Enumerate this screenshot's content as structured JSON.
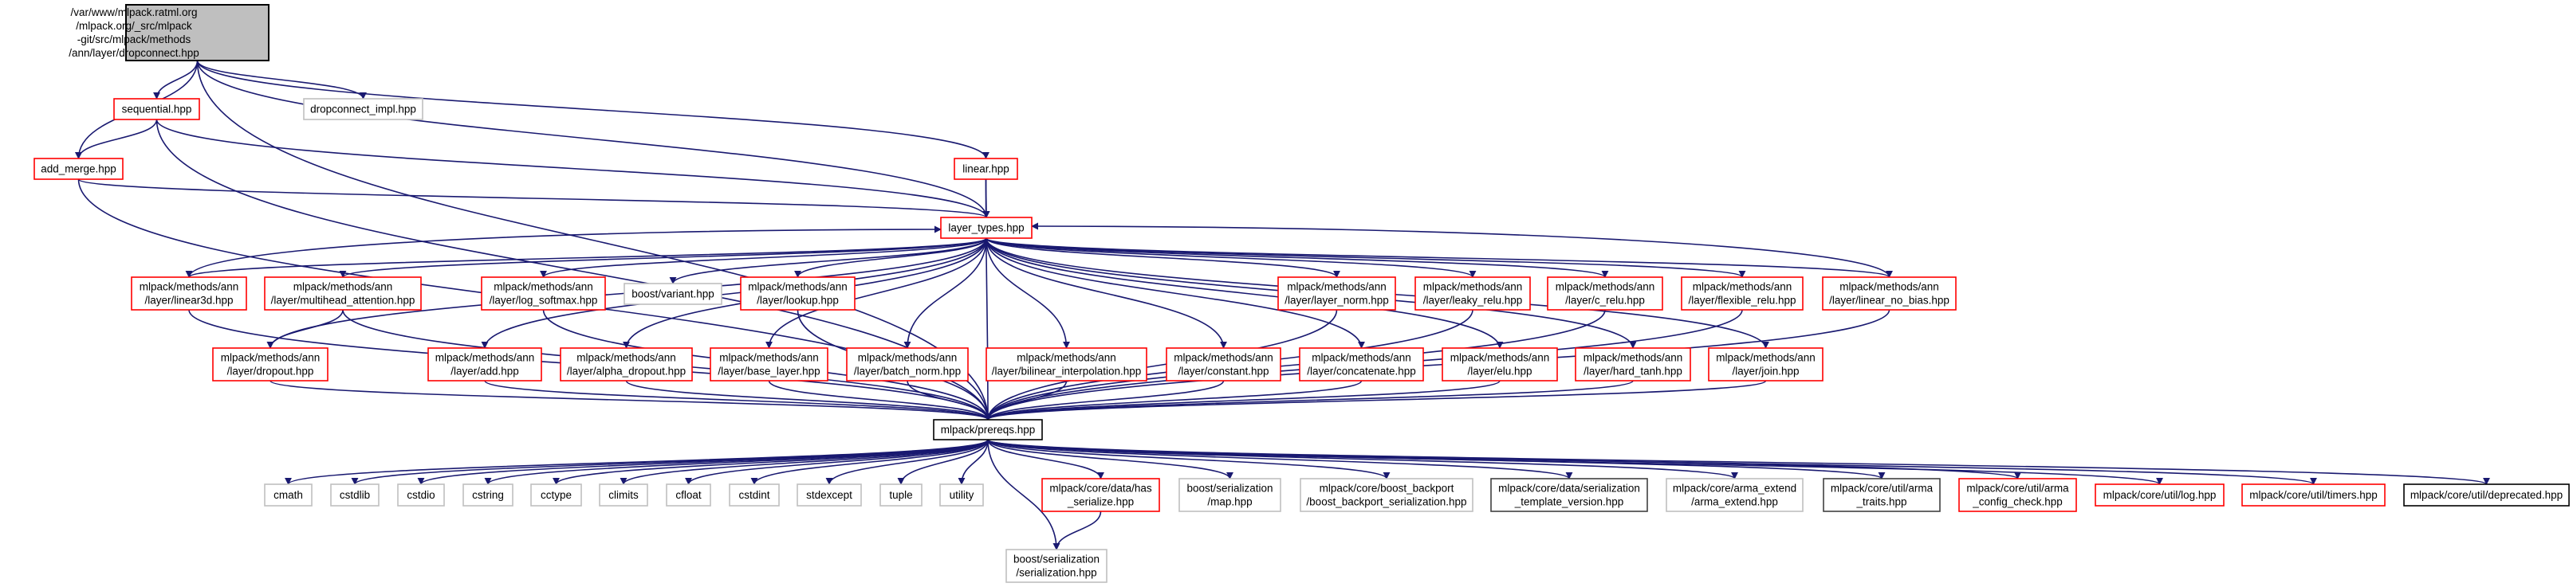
{
  "graph": {
    "edge_color": "#191970",
    "styles": {
      "root": {
        "fill": "#bfbfbf",
        "stroke": "#000000"
      },
      "red": {
        "fill": "#ffffff",
        "stroke": "#ff0000"
      },
      "gray": {
        "fill": "#ffffff",
        "stroke": "#bfbfbf"
      },
      "black": {
        "fill": "#ffffff",
        "stroke": "#000000"
      },
      "dark": {
        "fill": "#ffffff",
        "stroke": "#404040"
      }
    },
    "nodes": [
      {
        "id": "root",
        "style": "root",
        "lines": [
          "/var/www/mlpack.ratml.org",
          "/mlpack.org/_src/mlpack",
          "-git/src/mlpack/methods",
          "/ann/layer/dropconnect.hpp"
        ]
      },
      {
        "id": "sequential",
        "style": "red",
        "lines": [
          "sequential.hpp"
        ]
      },
      {
        "id": "dropconnect_impl",
        "style": "gray",
        "lines": [
          "dropconnect_impl.hpp"
        ]
      },
      {
        "id": "add_merge",
        "style": "red",
        "lines": [
          "add_merge.hpp"
        ]
      },
      {
        "id": "linear",
        "style": "red",
        "lines": [
          "linear.hpp"
        ]
      },
      {
        "id": "layer_types",
        "style": "red",
        "lines": [
          "layer_types.hpp"
        ]
      },
      {
        "id": "linear3d",
        "style": "red",
        "lines": [
          "mlpack/methods/ann",
          "/layer/linear3d.hpp"
        ]
      },
      {
        "id": "multihead",
        "style": "red",
        "lines": [
          "mlpack/methods/ann",
          "/layer/multihead_attention.hpp"
        ]
      },
      {
        "id": "log_softmax",
        "style": "red",
        "lines": [
          "mlpack/methods/ann",
          "/layer/log_softmax.hpp"
        ]
      },
      {
        "id": "variant",
        "style": "gray",
        "lines": [
          "boost/variant.hpp"
        ]
      },
      {
        "id": "lookup",
        "style": "red",
        "lines": [
          "mlpack/methods/ann",
          "/layer/lookup.hpp"
        ]
      },
      {
        "id": "layer_norm",
        "style": "red",
        "lines": [
          "mlpack/methods/ann",
          "/layer/layer_norm.hpp"
        ]
      },
      {
        "id": "leaky_relu",
        "style": "red",
        "lines": [
          "mlpack/methods/ann",
          "/layer/leaky_relu.hpp"
        ]
      },
      {
        "id": "c_relu",
        "style": "red",
        "lines": [
          "mlpack/methods/ann",
          "/layer/c_relu.hpp"
        ]
      },
      {
        "id": "flexible_relu",
        "style": "red",
        "lines": [
          "mlpack/methods/ann",
          "/layer/flexible_relu.hpp"
        ]
      },
      {
        "id": "linear_no_bias",
        "style": "red",
        "lines": [
          "mlpack/methods/ann",
          "/layer/linear_no_bias.hpp"
        ]
      },
      {
        "id": "dropout",
        "style": "red",
        "lines": [
          "mlpack/methods/ann",
          "/layer/dropout.hpp"
        ]
      },
      {
        "id": "add",
        "style": "red",
        "lines": [
          "mlpack/methods/ann",
          "/layer/add.hpp"
        ]
      },
      {
        "id": "alpha_dropout",
        "style": "red",
        "lines": [
          "mlpack/methods/ann",
          "/layer/alpha_dropout.hpp"
        ]
      },
      {
        "id": "base_layer",
        "style": "red",
        "lines": [
          "mlpack/methods/ann",
          "/layer/base_layer.hpp"
        ]
      },
      {
        "id": "batch_norm",
        "style": "red",
        "lines": [
          "mlpack/methods/ann",
          "/layer/batch_norm.hpp"
        ]
      },
      {
        "id": "bilinear",
        "style": "red",
        "lines": [
          "mlpack/methods/ann",
          "/layer/bilinear_interpolation.hpp"
        ]
      },
      {
        "id": "constant",
        "style": "red",
        "lines": [
          "mlpack/methods/ann",
          "/layer/constant.hpp"
        ]
      },
      {
        "id": "concatenate",
        "style": "red",
        "lines": [
          "mlpack/methods/ann",
          "/layer/concatenate.hpp"
        ]
      },
      {
        "id": "elu",
        "style": "red",
        "lines": [
          "mlpack/methods/ann",
          "/layer/elu.hpp"
        ]
      },
      {
        "id": "hard_tanh",
        "style": "red",
        "lines": [
          "mlpack/methods/ann",
          "/layer/hard_tanh.hpp"
        ]
      },
      {
        "id": "join",
        "style": "red",
        "lines": [
          "mlpack/methods/ann",
          "/layer/join.hpp"
        ]
      },
      {
        "id": "prereqs",
        "style": "black",
        "lines": [
          "mlpack/prereqs.hpp"
        ]
      },
      {
        "id": "cmath",
        "style": "gray",
        "lines": [
          "cmath"
        ]
      },
      {
        "id": "cstdlib",
        "style": "gray",
        "lines": [
          "cstdlib"
        ]
      },
      {
        "id": "cstdio",
        "style": "gray",
        "lines": [
          "cstdio"
        ]
      },
      {
        "id": "cstring",
        "style": "gray",
        "lines": [
          "cstring"
        ]
      },
      {
        "id": "cctype",
        "style": "gray",
        "lines": [
          "cctype"
        ]
      },
      {
        "id": "climits",
        "style": "gray",
        "lines": [
          "climits"
        ]
      },
      {
        "id": "cfloat",
        "style": "gray",
        "lines": [
          "cfloat"
        ]
      },
      {
        "id": "cstdint",
        "style": "gray",
        "lines": [
          "cstdint"
        ]
      },
      {
        "id": "stdexcept",
        "style": "gray",
        "lines": [
          "stdexcept"
        ]
      },
      {
        "id": "tuple",
        "style": "gray",
        "lines": [
          "tuple"
        ]
      },
      {
        "id": "utility",
        "style": "gray",
        "lines": [
          "utility"
        ]
      },
      {
        "id": "has_serialize",
        "style": "red",
        "lines": [
          "mlpack/core/data/has",
          "_serialize.hpp"
        ]
      },
      {
        "id": "ser_map",
        "style": "gray",
        "lines": [
          "boost/serialization",
          "/map.hpp"
        ]
      },
      {
        "id": "boost_backport",
        "style": "gray",
        "lines": [
          "mlpack/core/boost_backport",
          "/boost_backport_serialization.hpp"
        ]
      },
      {
        "id": "ser_tmpl",
        "style": "dark",
        "lines": [
          "mlpack/core/data/serialization",
          "_template_version.hpp"
        ]
      },
      {
        "id": "arma_extend",
        "style": "gray",
        "lines": [
          "mlpack/core/arma_extend",
          "/arma_extend.hpp"
        ]
      },
      {
        "id": "arma_traits",
        "style": "dark",
        "lines": [
          "mlpack/core/util/arma",
          "_traits.hpp"
        ]
      },
      {
        "id": "arma_config",
        "style": "red",
        "lines": [
          "mlpack/core/util/arma",
          "_config_check.hpp"
        ]
      },
      {
        "id": "log",
        "style": "red",
        "lines": [
          "mlpack/core/util/log.hpp"
        ]
      },
      {
        "id": "timers",
        "style": "red",
        "lines": [
          "mlpack/core/util/timers.hpp"
        ]
      },
      {
        "id": "deprecated",
        "style": "black",
        "lines": [
          "mlpack/core/util/deprecated.hpp"
        ]
      },
      {
        "id": "serialization",
        "style": "gray",
        "lines": [
          "boost/serialization",
          "/serialization.hpp"
        ]
      }
    ],
    "edges": [
      [
        "root",
        "sequential"
      ],
      [
        "root",
        "dropconnect_impl"
      ],
      [
        "root",
        "add_merge"
      ],
      [
        "root",
        "prereqs"
      ],
      [
        "root",
        "layer_types"
      ],
      [
        "root",
        "linear"
      ],
      [
        "sequential",
        "add_merge"
      ],
      [
        "sequential",
        "layer_types"
      ],
      [
        "sequential",
        "prereqs"
      ],
      [
        "add_merge",
        "layer_types"
      ],
      [
        "add_merge",
        "prereqs"
      ],
      [
        "linear",
        "layer_types"
      ],
      [
        "linear",
        "prereqs"
      ],
      [
        "layer_types",
        "linear3d"
      ],
      [
        "layer_types",
        "multihead"
      ],
      [
        "layer_types",
        "log_softmax"
      ],
      [
        "layer_types",
        "variant"
      ],
      [
        "layer_types",
        "lookup"
      ],
      [
        "layer_types",
        "layer_norm"
      ],
      [
        "layer_types",
        "leaky_relu"
      ],
      [
        "layer_types",
        "c_relu"
      ],
      [
        "layer_types",
        "flexible_relu"
      ],
      [
        "layer_types",
        "linear_no_bias"
      ],
      [
        "layer_types",
        "dropout"
      ],
      [
        "layer_types",
        "add"
      ],
      [
        "layer_types",
        "alpha_dropout"
      ],
      [
        "layer_types",
        "base_layer"
      ],
      [
        "layer_types",
        "batch_norm"
      ],
      [
        "layer_types",
        "bilinear"
      ],
      [
        "layer_types",
        "constant"
      ],
      [
        "layer_types",
        "concatenate"
      ],
      [
        "layer_types",
        "elu"
      ],
      [
        "layer_types",
        "hard_tanh"
      ],
      [
        "layer_types",
        "join"
      ],
      [
        "linear3d",
        "layer_types"
      ],
      [
        "linear_no_bias",
        "layer_types"
      ],
      [
        "multihead",
        "dropout"
      ],
      [
        "linear3d",
        "prereqs"
      ],
      [
        "multihead",
        "prereqs"
      ],
      [
        "log_softmax",
        "prereqs"
      ],
      [
        "lookup",
        "prereqs"
      ],
      [
        "layer_norm",
        "prereqs"
      ],
      [
        "leaky_relu",
        "prereqs"
      ],
      [
        "c_relu",
        "prereqs"
      ],
      [
        "flexible_relu",
        "prereqs"
      ],
      [
        "linear_no_bias",
        "prereqs"
      ],
      [
        "dropout",
        "prereqs"
      ],
      [
        "add",
        "prereqs"
      ],
      [
        "alpha_dropout",
        "prereqs"
      ],
      [
        "base_layer",
        "prereqs"
      ],
      [
        "batch_norm",
        "prereqs"
      ],
      [
        "bilinear",
        "prereqs"
      ],
      [
        "constant",
        "prereqs"
      ],
      [
        "concatenate",
        "prereqs"
      ],
      [
        "elu",
        "prereqs"
      ],
      [
        "hard_tanh",
        "prereqs"
      ],
      [
        "join",
        "prereqs"
      ],
      [
        "prereqs",
        "cmath"
      ],
      [
        "prereqs",
        "cstdlib"
      ],
      [
        "prereqs",
        "cstdio"
      ],
      [
        "prereqs",
        "cstring"
      ],
      [
        "prereqs",
        "cctype"
      ],
      [
        "prereqs",
        "climits"
      ],
      [
        "prereqs",
        "cfloat"
      ],
      [
        "prereqs",
        "cstdint"
      ],
      [
        "prereqs",
        "stdexcept"
      ],
      [
        "prereqs",
        "tuple"
      ],
      [
        "prereqs",
        "utility"
      ],
      [
        "prereqs",
        "has_serialize"
      ],
      [
        "prereqs",
        "ser_map"
      ],
      [
        "prereqs",
        "boost_backport"
      ],
      [
        "prereqs",
        "ser_tmpl"
      ],
      [
        "prereqs",
        "arma_extend"
      ],
      [
        "prereqs",
        "arma_traits"
      ],
      [
        "prereqs",
        "arma_config"
      ],
      [
        "prereqs",
        "log"
      ],
      [
        "prereqs",
        "timers"
      ],
      [
        "prereqs",
        "deprecated"
      ],
      [
        "prereqs",
        "serialization"
      ],
      [
        "has_serialize",
        "serialization"
      ]
    ]
  }
}
